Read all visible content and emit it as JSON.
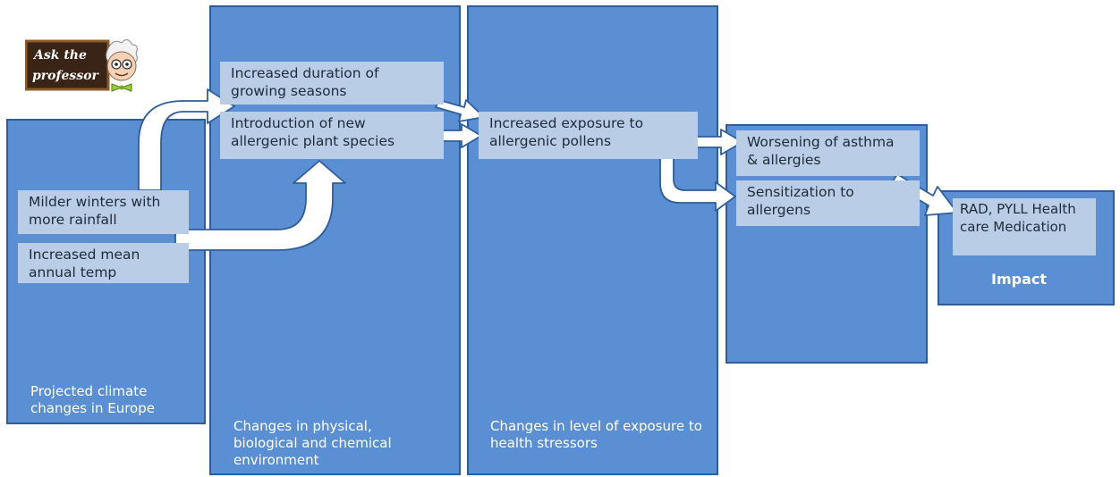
{
  "badge": {
    "line1": "Ask the",
    "line2": "professor"
  },
  "columns": {
    "climate": {
      "caption": "Projected climate changes in Europe"
    },
    "environment": {
      "caption": "Changes in physical, biological and chemical environment"
    },
    "exposure": {
      "caption": "Changes in level of exposure to health stressors"
    },
    "health": {
      "caption": ""
    },
    "impact": {
      "caption": "Impact"
    }
  },
  "boxes": {
    "milder_winters": "Milder winters with more rainfall",
    "increased_temp": "Increased mean annual temp",
    "growing_seasons": "Increased duration of growing seasons",
    "new_species": "Introduction of new allergenic plant species",
    "pollen_exposure": "Increased exposure to allergenic pollens",
    "asthma": "Worsening of asthma & allergies",
    "sensitization": "Sensitization to allergens",
    "impact_items": "RAD, PYLL Health care Medication"
  },
  "colors": {
    "column_fill": "#5b8fd4",
    "column_border": "#2f5d99",
    "box_fill": "#b9cde6",
    "arrow_fill": "#ffffff",
    "arrow_stroke": "#2f5d99"
  }
}
